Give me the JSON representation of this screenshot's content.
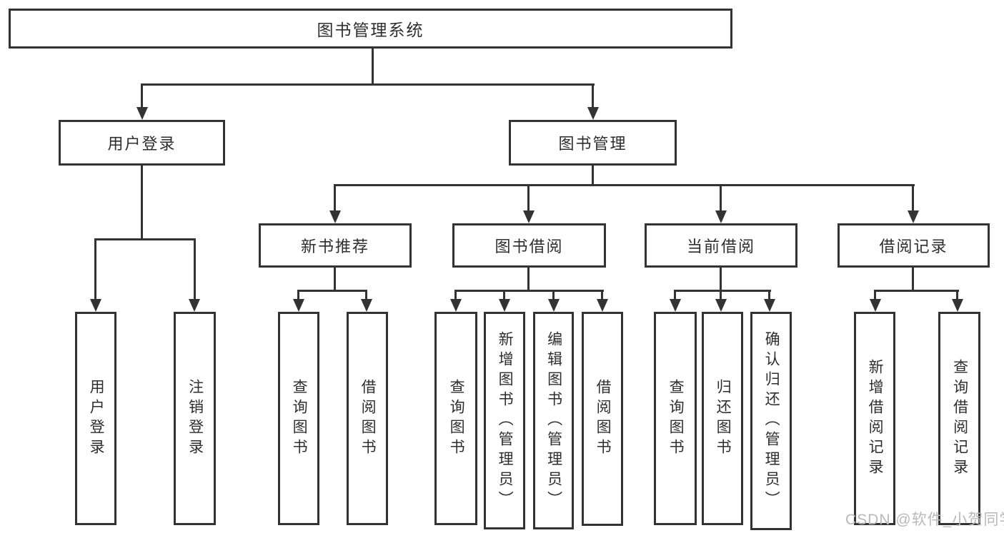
{
  "diagram": {
    "root": "图书管理系统",
    "user_login_branch": {
      "label": "用户登录",
      "children": {
        "login": "用户登录",
        "logout": "注销登录"
      }
    },
    "book_mgmt_branch": {
      "label": "图书管理",
      "new_books": {
        "label": "新书推荐",
        "children": {
          "query": "查询图书",
          "borrow": "借阅图书"
        }
      },
      "borrowing": {
        "label": "图书借阅",
        "children": {
          "query": "查询图书",
          "add": "新增图书（管理员）",
          "edit": "编辑图书（管理员）",
          "borrow": "借阅图书"
        }
      },
      "current": {
        "label": "当前借阅",
        "children": {
          "query": "查询图书",
          "return": "归还图书",
          "confirm": "确认归还（管理员）"
        }
      },
      "records": {
        "label": "借阅记录",
        "children": {
          "add": "新增借阅记录",
          "query": "查询借阅记录"
        }
      }
    },
    "watermark": "CSDN @软件_小贺同学"
  },
  "colors": {
    "line": "#333333",
    "text": "#2e2e2e",
    "watermark": "#b9b9b9",
    "background": "#ffffff"
  }
}
